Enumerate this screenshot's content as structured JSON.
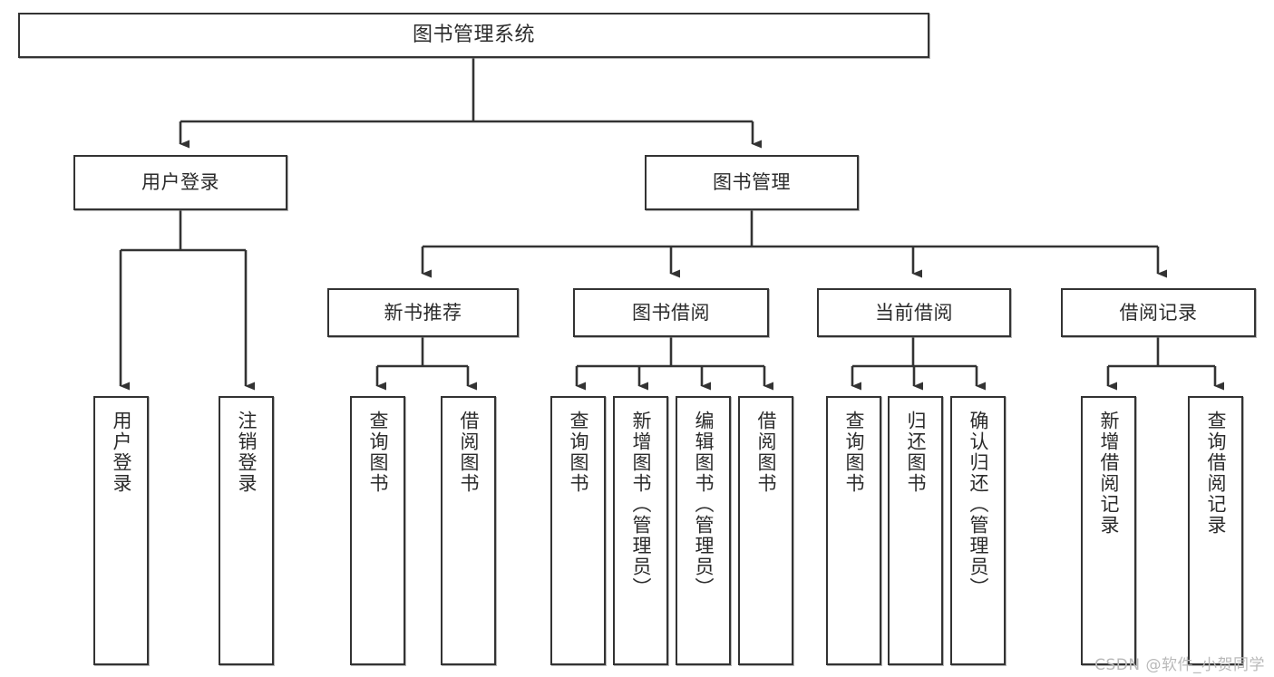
{
  "diagram": {
    "type": "tree-hierarchy",
    "title": "图书管理系统",
    "watermark": "CSDN @软件_小贺同学",
    "colors": {
      "box_border": "#333333",
      "box_fill": "#ffffff",
      "connector": "#333333",
      "text": "#2b2b2b",
      "watermark": "#b9b9b9",
      "background": "#ffffff"
    },
    "levels": {
      "level1": [
        {
          "id": "root",
          "label": "图书管理系统"
        }
      ],
      "level2": [
        {
          "id": "user-login",
          "label": "用户登录"
        },
        {
          "id": "book-manage",
          "label": "图书管理"
        }
      ],
      "level3": [
        {
          "id": "new-book-recommend",
          "label": "新书推荐"
        },
        {
          "id": "book-borrow",
          "label": "图书借阅"
        },
        {
          "id": "current-borrow",
          "label": "当前借阅"
        },
        {
          "id": "borrow-record",
          "label": "借阅记录"
        }
      ],
      "level4": [
        {
          "id": "leaf-user-login",
          "parent": "user-login",
          "label": "用户登录"
        },
        {
          "id": "leaf-logout",
          "parent": "user-login",
          "label": "注销登录"
        },
        {
          "id": "leaf-query-book-1",
          "parent": "new-book-recommend",
          "label": "查询图书"
        },
        {
          "id": "leaf-borrow-book-1",
          "parent": "new-book-recommend",
          "label": "借阅图书"
        },
        {
          "id": "leaf-query-book-2",
          "parent": "book-borrow",
          "label": "查询图书"
        },
        {
          "id": "leaf-add-book",
          "parent": "book-borrow",
          "label": "新增图书（管理员）"
        },
        {
          "id": "leaf-edit-book",
          "parent": "book-borrow",
          "label": "编辑图书（管理员）"
        },
        {
          "id": "leaf-borrow-book-2",
          "parent": "book-borrow",
          "label": "借阅图书"
        },
        {
          "id": "leaf-query-book-3",
          "parent": "current-borrow",
          "label": "查询图书"
        },
        {
          "id": "leaf-return-book",
          "parent": "current-borrow",
          "label": "归还图书"
        },
        {
          "id": "leaf-confirm-return",
          "parent": "current-borrow",
          "label": "确认归还（管理员）"
        },
        {
          "id": "leaf-add-record",
          "parent": "borrow-record",
          "label": "新增借阅记录"
        },
        {
          "id": "leaf-query-record",
          "parent": "borrow-record",
          "label": "查询借阅记录"
        }
      ]
    }
  }
}
